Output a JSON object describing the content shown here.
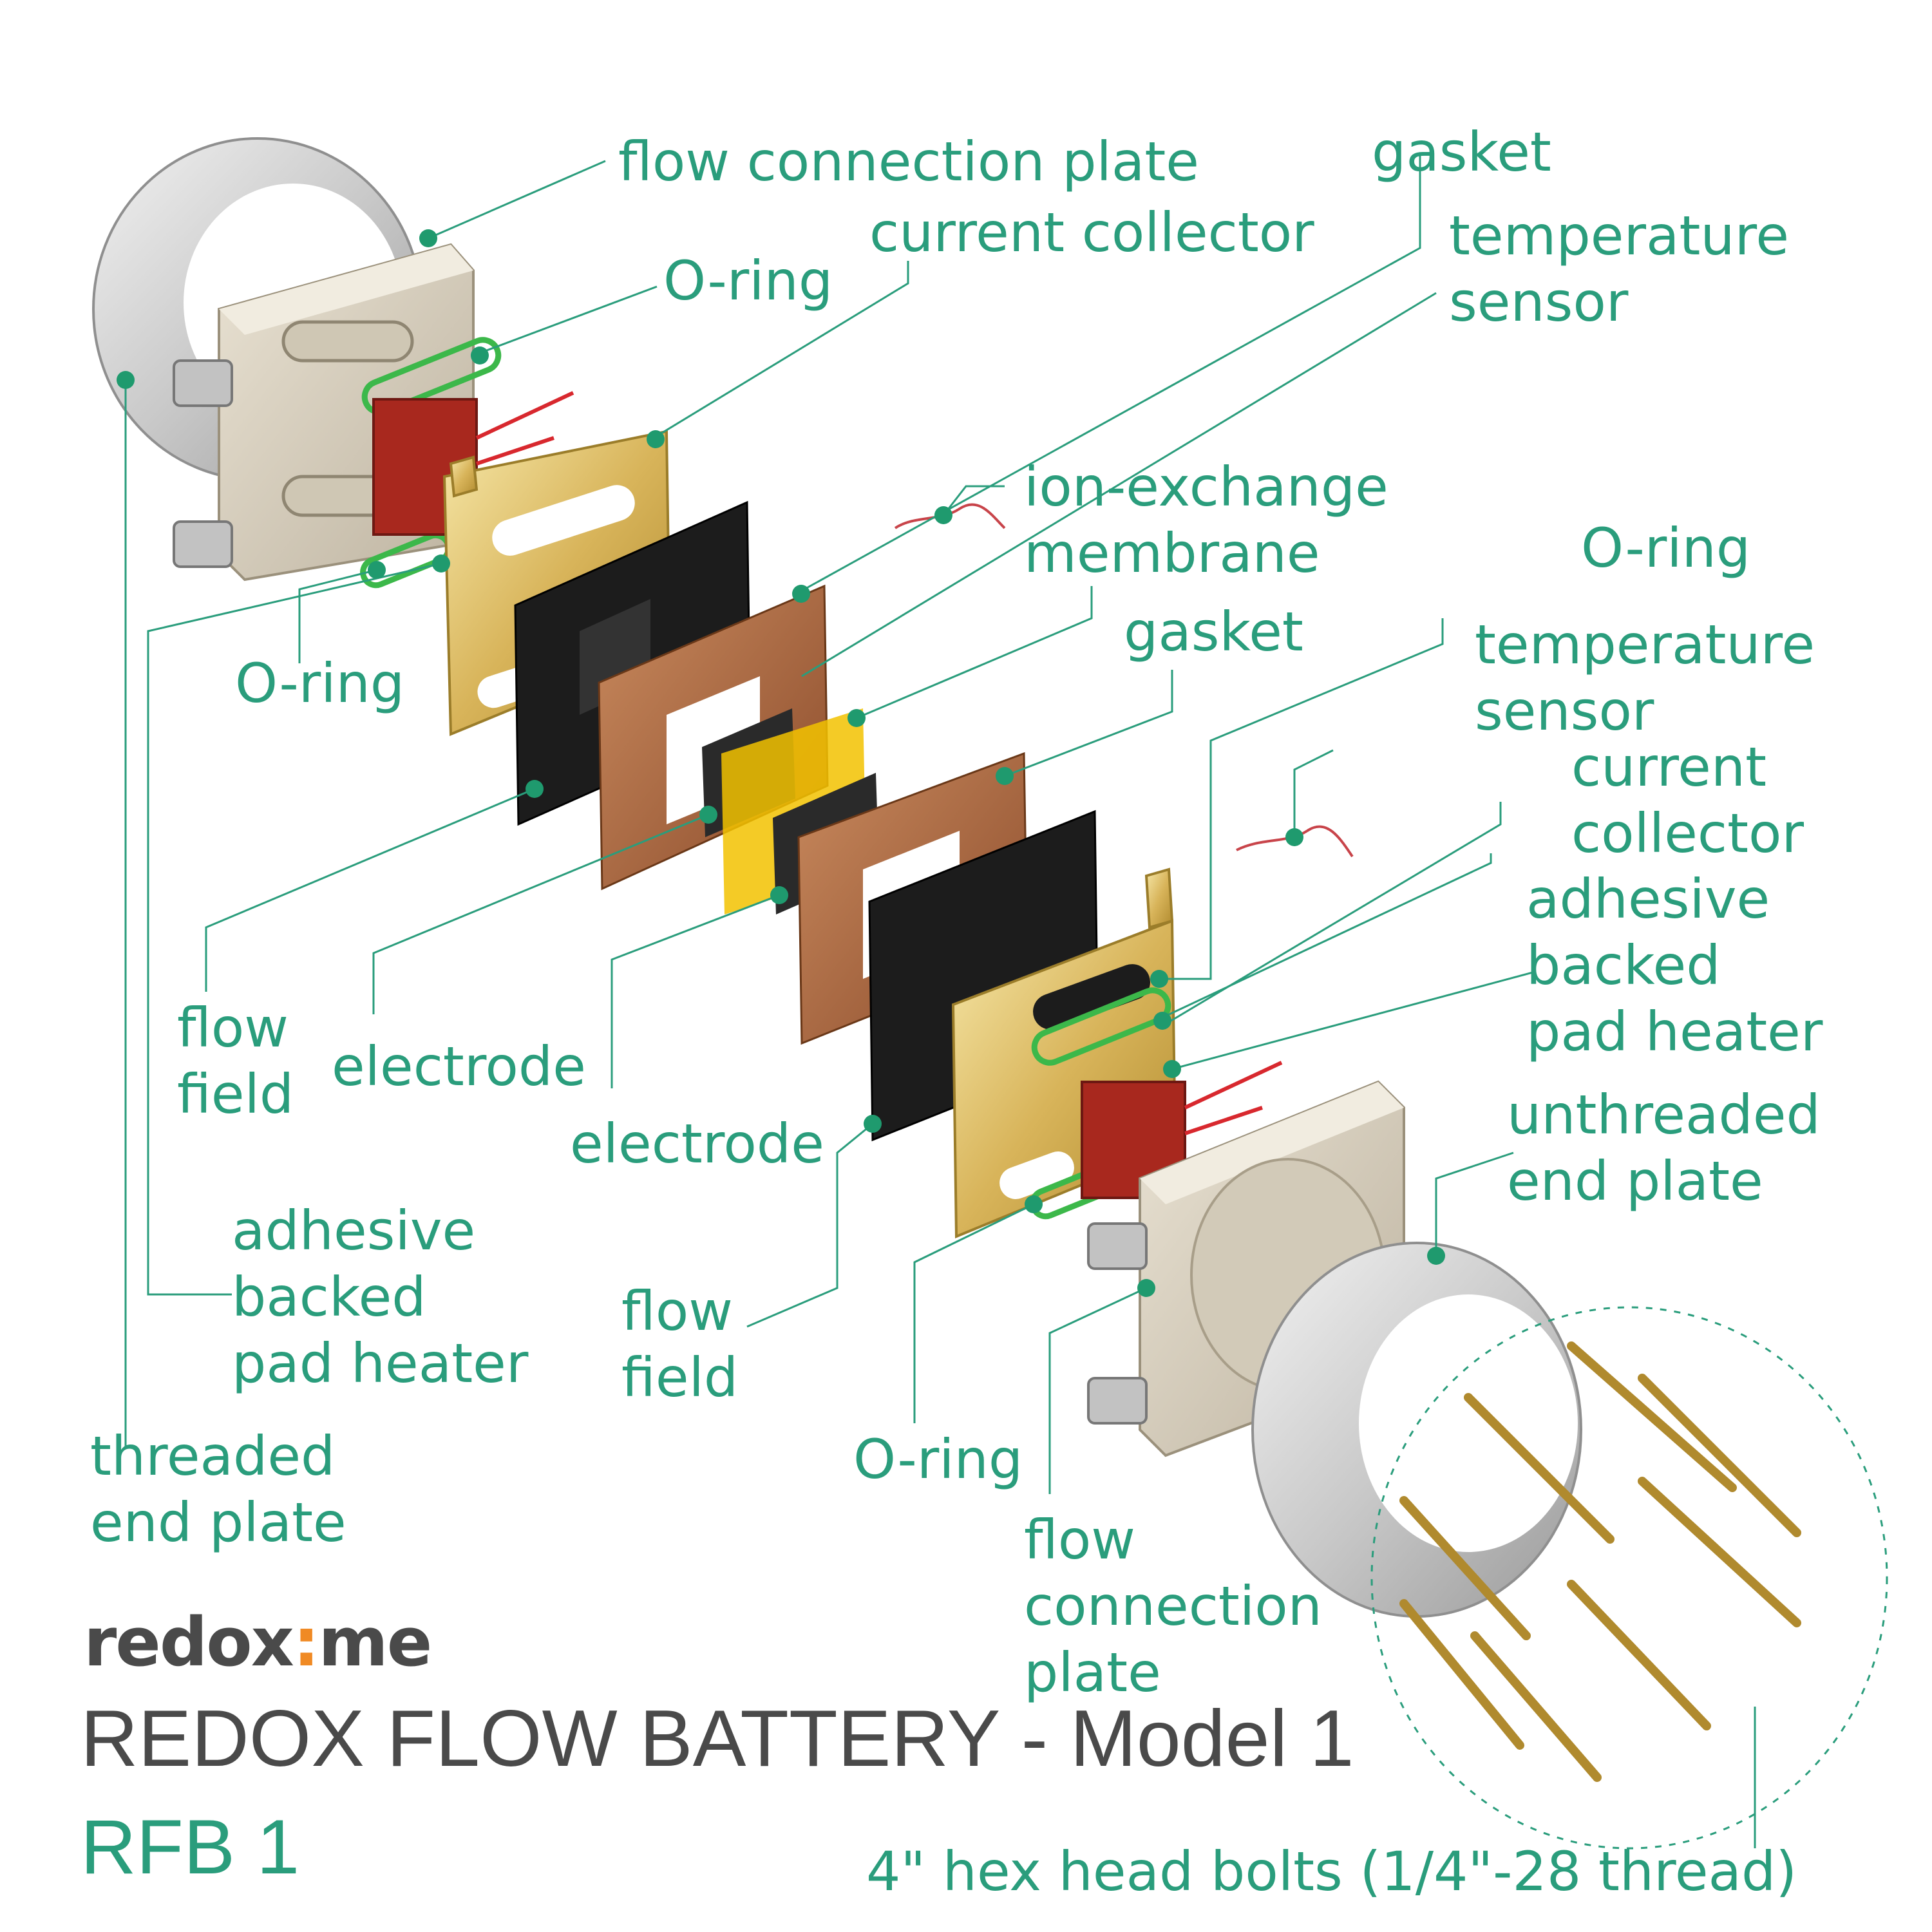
{
  "brand": {
    "logo_left": "redox",
    "logo_dot": ":",
    "logo_right": "me"
  },
  "title": "REDOX FLOW BATTERY - Model 1",
  "model": "RFB 1",
  "colors": {
    "label": "#2a9d7c",
    "title": "#4a4a4a",
    "logo_dot": "#f08a24"
  },
  "labels": {
    "flow_connection_plate_top": "flow connection plate",
    "gasket_top": "gasket",
    "current_collector_top": "current collector",
    "temperature_sensor_top_1": "temperature",
    "temperature_sensor_top_2": "sensor",
    "o_ring_top": "O-ring",
    "ion_exchange_1": "ion-exchange",
    "ion_exchange_2": "membrane",
    "o_ring_right": "O-ring",
    "gasket_mid": "gasket",
    "o_ring_left": "O-ring",
    "temperature_sensor_right_1": "temperature",
    "temperature_sensor_right_2": "sensor",
    "current_collector_right_1": "current",
    "current_collector_right_2": "collector",
    "heater_right_1": "adhesive",
    "heater_right_2": "backed",
    "heater_right_3": "pad heater",
    "unthreaded_1": "unthreaded",
    "unthreaded_2": "end plate",
    "flow_field_left_1": "flow",
    "flow_field_left_2": "field",
    "electrode_left": "electrode",
    "electrode_mid": "electrode",
    "heater_left_1": "adhesive",
    "heater_left_2": "backed",
    "heater_left_3": "pad heater",
    "flow_field_mid_1": "flow",
    "flow_field_mid_2": "field",
    "threaded_1": "threaded",
    "threaded_2": "end plate",
    "o_ring_bottom": "O-ring",
    "flow_conn_bottom_1": "flow",
    "flow_conn_bottom_2": "connection",
    "flow_conn_bottom_3": "plate",
    "bolts": "4\" hex head bolts (1/4\"-28 thread)"
  }
}
